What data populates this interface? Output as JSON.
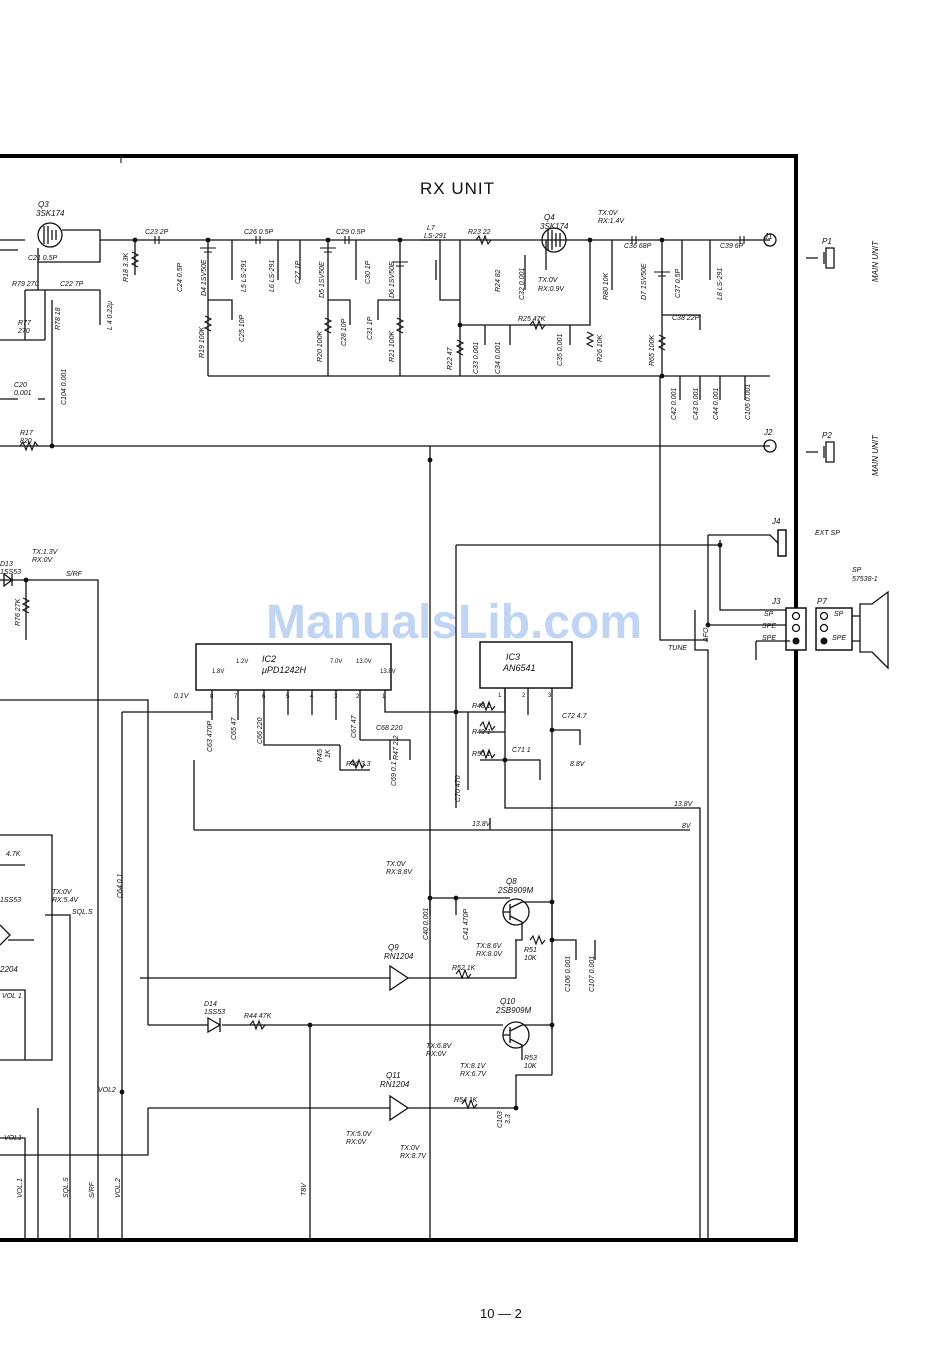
{
  "diagram": {
    "title": "RX UNIT",
    "page_number": "10 — 2",
    "watermark": "ManualsLib.com",
    "side_labels": {
      "main_unit_1": "MAIN UNIT",
      "main_unit_2": "MAIN UNIT",
      "ext_sp": "EXT SP",
      "sp_model": "57538-1"
    },
    "connectors": {
      "P1": "P1",
      "P2": "P2",
      "J1": "J1",
      "J2": "J2",
      "J3": "J3",
      "J4": "J4",
      "P7": "P7",
      "SP": "SP"
    },
    "jack_pins": [
      "SP",
      "SPE",
      "SPE"
    ],
    "plug_pins": [
      "SP",
      "SPE"
    ],
    "transistors": [
      {
        "ref": "Q3",
        "part": "3SK174"
      },
      {
        "ref": "Q4",
        "part": "3SK174"
      },
      {
        "ref": "Q8",
        "part": "2SB909M"
      },
      {
        "ref": "Q9",
        "part": "RN1204"
      },
      {
        "ref": "Q10",
        "part": "2SB909M"
      },
      {
        "ref": "Q11",
        "part": "RN1204"
      }
    ],
    "ics": [
      {
        "ref": "IC2",
        "part": "μPD1242H"
      },
      {
        "ref": "IC3",
        "part": "AN6541"
      }
    ],
    "ic2_pin_numbers": [
      "8",
      "7",
      "6",
      "5",
      "4",
      "3",
      "2",
      "1"
    ],
    "ic2_pin_voltages": [
      "1.8V",
      "1.2V",
      "7.0V",
      "13.0V",
      "13.8V"
    ],
    "ic3_pin_numbers": [
      "1",
      "2",
      "3"
    ],
    "voltages": {
      "q4": "TX:0V",
      "q4b": "RX:1.4V",
      "q4src": "TX:0V",
      "q4srcb": "RX:0.9V",
      "d13": "TX:1.3V",
      "d13b": "RX:0V",
      "q8": "TX:0V",
      "q8b": "RX:8.8V",
      "q8b2": "TX:8.6V",
      "q8b3": "RX:8.0V",
      "q10": "TX:6.8V",
      "q10b": "RX:0V",
      "q10b2": "TX:8.1V",
      "q10b3": "RX:6.7V",
      "q11a": "TX:5.0V",
      "q11b": "RX:0V",
      "q11c": "TX:0V",
      "q11d": "RX:8.7V",
      "left1": "TX:0V",
      "left2": "RX:5.4V",
      "v01": "0.1V",
      "v88": "8.8V",
      "v138a": "13.8V",
      "v138b": "13.8V",
      "v8": "8V"
    },
    "nets": [
      "S/RF",
      "SQL.S",
      "VOL 1",
      "VOL2",
      "VOL1",
      "TUNE",
      "AFO",
      "T8V",
      "S/RF",
      "VOL.2",
      "SQL.S",
      "VOL.1"
    ],
    "components": {
      "C21": "C21 0.5P",
      "C22": "C22 7P",
      "R79": "R79 270",
      "R77": "R77",
      "R77v": "270",
      "R78": "R78 18",
      "L4": "L 4 0.22μ",
      "C20": "C20",
      "C20v": "0.001",
      "C104": "C104 0.001",
      "R17": "R17",
      "R17v": "820",
      "C23": "C23 2P",
      "R18": "R18 3.3K",
      "C24": "C24 0.5P",
      "D4": "D4 1SV50E",
      "L5": "L5 LS-291",
      "C26": "C26 0.5P",
      "L6": "L6 LS-291",
      "C27": "C27 1P",
      "D5": "D5 1SV50E",
      "C29": "C29 0.5P",
      "C30": "C30 1P",
      "D6": "D6 1SV50E",
      "C25": "C25 10P",
      "R19": "R19 100K",
      "R20": "R20 100K",
      "C28": "C28 10P",
      "C31": "C31 1P",
      "R21": "R21 100K",
      "L7": "L7",
      "L7v": "LS-291",
      "R23": "R23 22",
      "R24": "R24 82",
      "C32": "C32 0.001",
      "R25": "R25 47K",
      "R22": "R22 47",
      "C33": "C33 0.001",
      "C34": "C34 0.001",
      "C35": "C35 0.001",
      "R26": "R26 10K",
      "C36": "C36 68P",
      "R80": "R80 10K",
      "D7": "D7 1SV50E",
      "C37": "C37 0.5P",
      "L8": "L8 LS-291",
      "C39": "C39 6P",
      "C38": "C38 22P",
      "R65": "R65 100K",
      "C42": "C42 0.001",
      "C43": "C43 0.001",
      "C44": "C44 0.001",
      "C105": "C105 0.001",
      "D13": "D13",
      "D13v": "1SS53",
      "R76": "R76 27K",
      "C63": "C63 470P",
      "C65": "C65 47",
      "C66": "C66 220",
      "C67": "C67 47",
      "C68": "C68 220",
      "R45": "R45",
      "R45v": "1K",
      "R46": "R46 3.3",
      "R47": "R47 2.2",
      "C69": "C69 0.1",
      "R48": "R48 1",
      "R49": "R49 1",
      "R50": "R50 1",
      "C70": "C70 470",
      "C71": "C71 1",
      "C72": "C72 4.7",
      "C64": "C64 0.1",
      "C40": "C40 0.001",
      "C41": "C41 470P",
      "R51": "R51",
      "R51v": "10K",
      "C106": "C106 0.001",
      "C107": "C107 0.001",
      "R52": "R52 1K",
      "D14": "D14",
      "D14v": "1SS53",
      "R44": "R44 47K",
      "R53": "R53",
      "R53v": "10K",
      "R54": "R54 1K",
      "C103": "C103",
      "C103v": "3.3",
      "R47K": "4.7K",
      "left_part": "1SS53",
      "left_ic": "2204",
      "left_vol1": "VOL 1"
    }
  }
}
